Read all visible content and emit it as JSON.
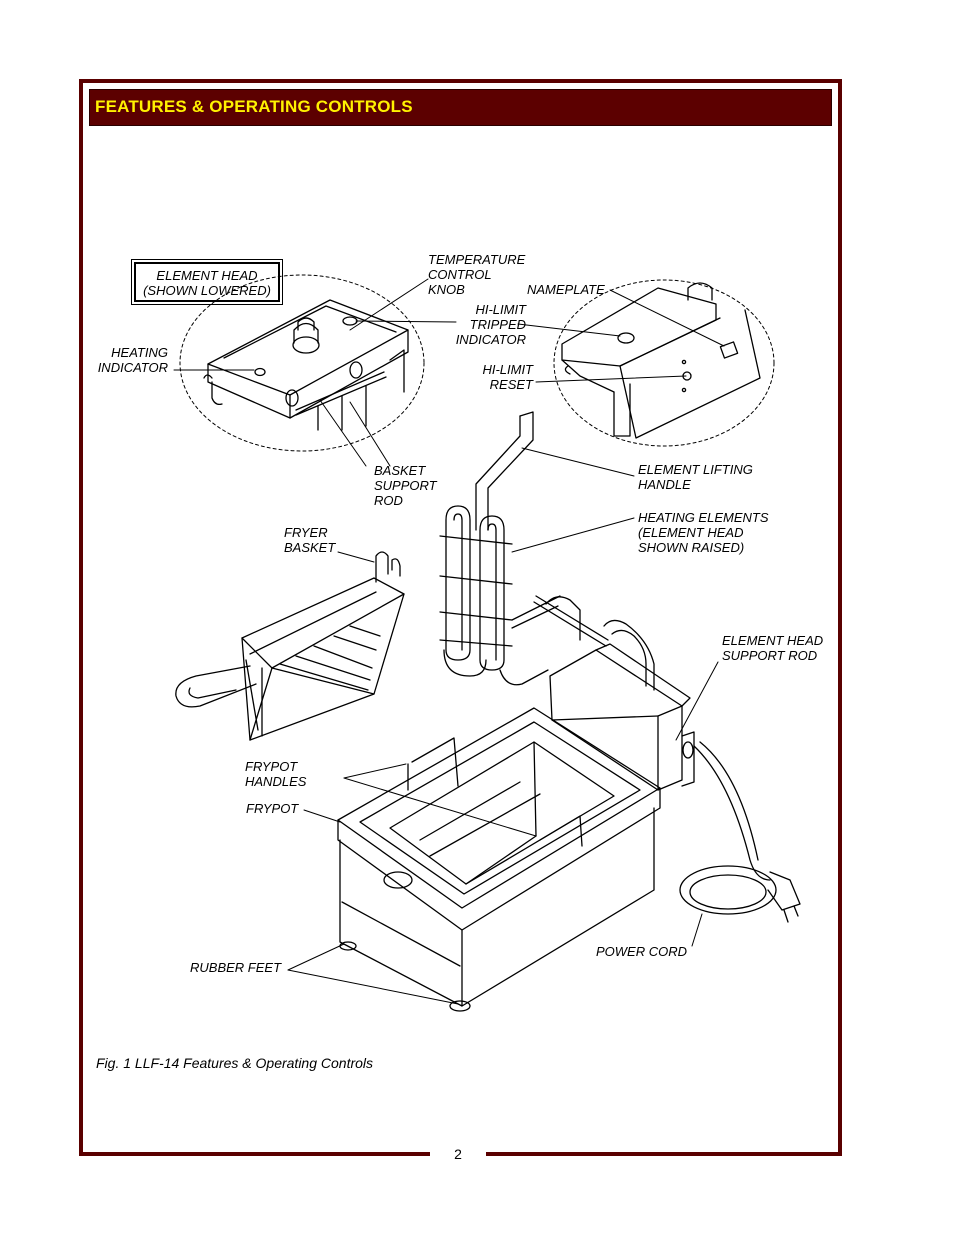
{
  "header": {
    "title": "FEATURES & OPERATING CONTROLS"
  },
  "labels": {
    "element_head_shown_lowered": "ELEMENT HEAD\n(SHOWN LOWERED)",
    "temperature_control_knob": "TEMPERATURE\nCONTROL\nKNOB",
    "nameplate": "NAMEPLATE",
    "hi_limit_tripped_indicator": "HI-LIMIT\nTRIPPED\nINDICATOR",
    "heating_indicator": "HEATING\nINDICATOR",
    "hi_limit_reset": "HI-LIMIT\nRESET",
    "basket_support_rod": "BASKET\nSUPPORT\nROD",
    "element_lifting_handle": "ELEMENT LIFTING\nHANDLE",
    "heating_elements": "HEATING ELEMENTS\n(ELEMENT HEAD\nSHOWN RAISED)",
    "fryer_basket": "FRYER\nBASKET",
    "element_head_support_rod": "ELEMENT HEAD\nSUPPORT ROD",
    "frypot_handles": "FRYPOT\nHANDLES",
    "frypot": "FRYPOT",
    "rubber_feet": "RUBBER FEET",
    "power_cord": "POWER CORD"
  },
  "caption": "Fig. 1  LLF-14 Features & Operating Controls",
  "page_number": "2",
  "colors": {
    "frame": "#5a0000",
    "header_bg": "#5c0000",
    "header_text": "#fff200"
  }
}
